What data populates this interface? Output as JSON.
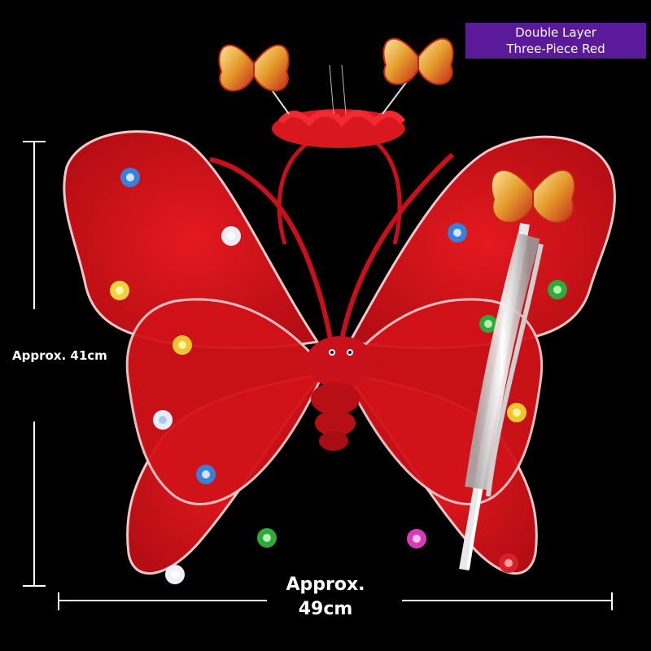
{
  "badge": {
    "line1": "Double Layer",
    "line2": "Three-Piece Red"
  },
  "dimensions": {
    "height_label": "Approx. 41cm",
    "width_line1": "Approx.",
    "width_line2": "49cm"
  },
  "colors": {
    "background": "#000000",
    "badge": "#5b1a9a",
    "wing_red": "#d8141c",
    "wing_edge": "#f4c8c8",
    "dimension_lines": "#ffffff"
  },
  "items": [
    "butterfly-wings",
    "antenna-headband",
    "butterfly-wand"
  ]
}
